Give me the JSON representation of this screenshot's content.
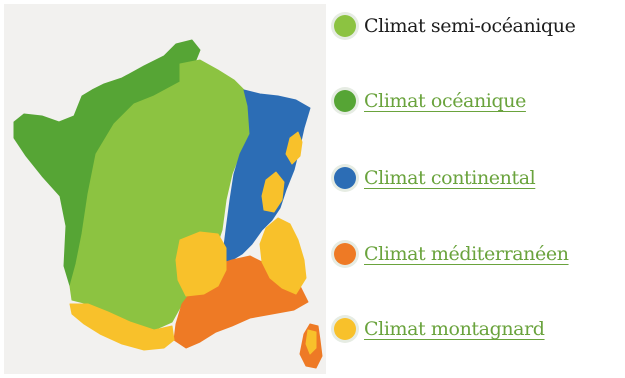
{
  "legend": {
    "items": [
      {
        "label": "Climat semi-océanique",
        "color": "#8cc341",
        "is_link": false
      },
      {
        "label": "Climat océanique",
        "color": "#56a535",
        "is_link": true
      },
      {
        "label": "Climat continental",
        "color": "#2c6db5",
        "is_link": true
      },
      {
        "label": "Climat méditerranéen",
        "color": "#ee7a25",
        "is_link": true
      },
      {
        "label": "Climat montagnard",
        "color": "#f8c12b",
        "is_link": true
      }
    ]
  },
  "colors": {
    "semi_oceanic": "#8cc341",
    "oceanic": "#56a535",
    "continental": "#2c6db5",
    "mediterranean": "#ee7a25",
    "mountain": "#f8c12b",
    "link_text": "#6aa33d",
    "panel_background": "#f2f1ef"
  }
}
